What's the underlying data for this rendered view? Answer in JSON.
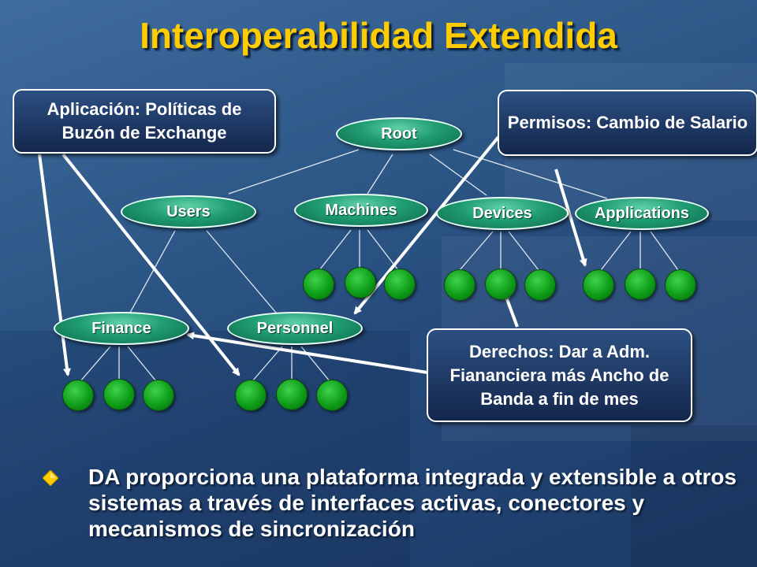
{
  "slide": {
    "title": "Interoperabilidad Extendida",
    "bullet": "DA proporciona una plataforma integrada y extensible a otros sistemas a través de interfaces activas, conectores y mecanismos de sincronización"
  },
  "tree": {
    "root": "Root",
    "level1": [
      "Users",
      "Machines",
      "Devices",
      "Applications"
    ],
    "level2": [
      "Finance",
      "Personnel"
    ]
  },
  "callouts": {
    "app_policy": "Aplicación: Políticas de Buzón de Exchange",
    "permissions": "Permisos: Cambio de Salario",
    "rights": "Derechos: Dar a Adm. Fiananciera más Ancho de Banda a fin de mes"
  },
  "colors": {
    "title": "#ffcc00",
    "node": "#1f9c73",
    "leaf": "#0e9d18",
    "bullet": "#ffcc00"
  },
  "icons": {
    "bullet": "diamond-bullet-icon"
  }
}
